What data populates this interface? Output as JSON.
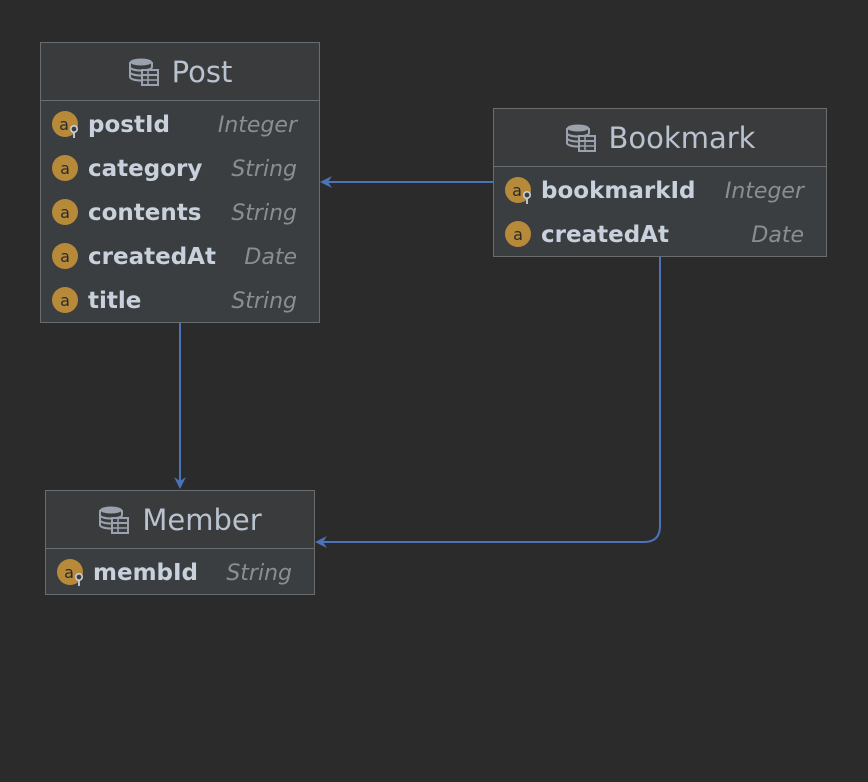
{
  "colors": {
    "background": "#2b2b2b",
    "entity_fill": "#3b3e41",
    "entity_border": "#6a6d70",
    "connector": "#4c72b8",
    "attribute_badge": "#b78a3a"
  },
  "entities": {
    "post": {
      "title": "Post",
      "icon": "database-table-icon",
      "fields": [
        {
          "name": "postId",
          "type": "Integer",
          "icon": "primary-key-attribute-icon"
        },
        {
          "name": "category",
          "type": "String",
          "icon": "attribute-icon"
        },
        {
          "name": "contents",
          "type": "String",
          "icon": "attribute-icon"
        },
        {
          "name": "createdAt",
          "type": "Date",
          "icon": "attribute-icon"
        },
        {
          "name": "title",
          "type": "String",
          "icon": "attribute-icon"
        }
      ]
    },
    "bookmark": {
      "title": "Bookmark",
      "icon": "database-table-icon",
      "fields": [
        {
          "name": "bookmarkId",
          "type": "Integer",
          "icon": "primary-key-attribute-icon"
        },
        {
          "name": "createdAt",
          "type": "Date",
          "icon": "attribute-icon"
        }
      ]
    },
    "member": {
      "title": "Member",
      "icon": "database-table-icon",
      "fields": [
        {
          "name": "membId",
          "type": "String",
          "icon": "primary-key-attribute-icon"
        }
      ]
    }
  },
  "relations": [
    {
      "from": "Bookmark",
      "to": "Post"
    },
    {
      "from": "Post",
      "to": "Member"
    },
    {
      "from": "Bookmark",
      "to": "Member"
    }
  ]
}
